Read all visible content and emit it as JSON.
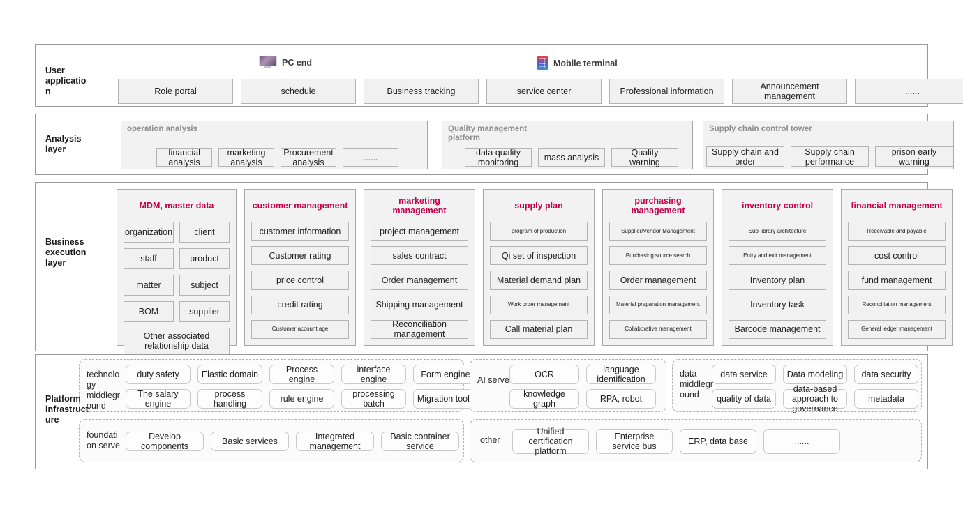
{
  "layers": {
    "user": {
      "label": "User application",
      "terminals": [
        {
          "icon": "pc-monitor-icon",
          "label": "PC end"
        },
        {
          "icon": "mobile-phone-icon",
          "label": "Mobile terminal"
        }
      ],
      "apps": [
        "Role portal",
        "schedule",
        "Business tracking",
        "service center",
        "Professional information",
        "Announcement management",
        "......"
      ]
    },
    "analysis": {
      "label": "Analysis layer",
      "groups": [
        {
          "title": "operation analysis",
          "items": [
            "financial analysis",
            "marketing analysis",
            "Procurement analysis",
            "......"
          ]
        },
        {
          "title": "Quality management platform",
          "items": [
            "data quality monitoring",
            "mass analysis",
            "Quality warning"
          ]
        },
        {
          "title": "Supply chain control tower",
          "items": [
            "Supply chain and order",
            "Supply chain performance",
            "prison early warning"
          ]
        }
      ]
    },
    "business": {
      "label": "Business execution layer",
      "accent": "#C4004B",
      "columns": [
        {
          "title": "MDM, master data",
          "layout": "grid",
          "items": [
            "organization",
            "client",
            "staff",
            "product",
            "matter",
            "subject",
            "BOM",
            "supplier"
          ],
          "full_item": "Other associated relationship data"
        },
        {
          "title": "customer management",
          "layout": "list",
          "items": [
            {
              "text": "customer information",
              "small": false
            },
            {
              "text": "Customer rating",
              "small": false
            },
            {
              "text": "price control",
              "small": false
            },
            {
              "text": "credit rating",
              "small": false
            },
            {
              "text": "Customer account age",
              "small": true
            }
          ]
        },
        {
          "title": "marketing management",
          "layout": "list",
          "items": [
            {
              "text": "project management",
              "small": false
            },
            {
              "text": "sales contract",
              "small": false
            },
            {
              "text": "Order management",
              "small": false
            },
            {
              "text": "Shipping management",
              "small": false
            },
            {
              "text": "Reconciliation management",
              "small": false
            }
          ]
        },
        {
          "title": "supply plan",
          "layout": "list",
          "items": [
            {
              "text": "program of production",
              "small": true
            },
            {
              "text": "Qi set of inspection",
              "small": false
            },
            {
              "text": "Material demand plan",
              "small": false
            },
            {
              "text": "Work order management",
              "small": true
            },
            {
              "text": "Call material plan",
              "small": false
            }
          ]
        },
        {
          "title": "purchasing management",
          "layout": "list",
          "items": [
            {
              "text": "Supplier/Vendor Management",
              "small": true
            },
            {
              "text": "Purchasing source search",
              "small": true
            },
            {
              "text": "Order management",
              "small": false
            },
            {
              "text": "Material preparation management",
              "small": true
            },
            {
              "text": "Collaborative management",
              "small": true
            }
          ]
        },
        {
          "title": "inventory control",
          "layout": "list",
          "items": [
            {
              "text": "Sub-library architecture",
              "small": true
            },
            {
              "text": "Entry and exit management",
              "small": true
            },
            {
              "text": "Inventory plan",
              "small": false
            },
            {
              "text": "Inventory task",
              "small": false
            },
            {
              "text": "Barcode management",
              "small": false
            }
          ]
        },
        {
          "title": "financial management",
          "layout": "list",
          "items": [
            {
              "text": "Receivable and payable",
              "small": true
            },
            {
              "text": "cost control",
              "small": false
            },
            {
              "text": "fund management",
              "small": false
            },
            {
              "text": "Reconciliation management",
              "small": true
            },
            {
              "text": "General ledger management",
              "small": true
            }
          ]
        }
      ]
    },
    "platform": {
      "label": "Platform infrastructure",
      "groups": [
        {
          "label": "technology middleground",
          "columns": [
            [
              "duty safety",
              "The salary engine"
            ],
            [
              "Elastic domain",
              "process handling"
            ],
            [
              "Process engine",
              "rule engine"
            ],
            [
              "interface engine",
              "processing batch"
            ],
            [
              "Form engine",
              "Migration tools"
            ]
          ]
        },
        {
          "label": "AI serve",
          "columns": [
            [
              "OCR",
              "knowledge graph"
            ],
            [
              "language identification",
              "RPA, robot"
            ]
          ]
        },
        {
          "label": "data middleground",
          "columns": [
            [
              "data service",
              "quality of data"
            ],
            [
              "Data modeling",
              "data-based approach to governance"
            ],
            [
              "data security",
              "metadata"
            ]
          ]
        },
        {
          "label": "foundation serve",
          "columns": [
            [
              "Develop components"
            ],
            [
              "Basic services"
            ],
            [
              "Integrated management"
            ],
            [
              "Basic container service"
            ]
          ]
        },
        {
          "label": "other",
          "columns": [
            [
              "Unified certification platform"
            ],
            [
              "Enterprise service bus"
            ],
            [
              "ERP, data base"
            ],
            [
              "......"
            ]
          ]
        }
      ]
    }
  }
}
